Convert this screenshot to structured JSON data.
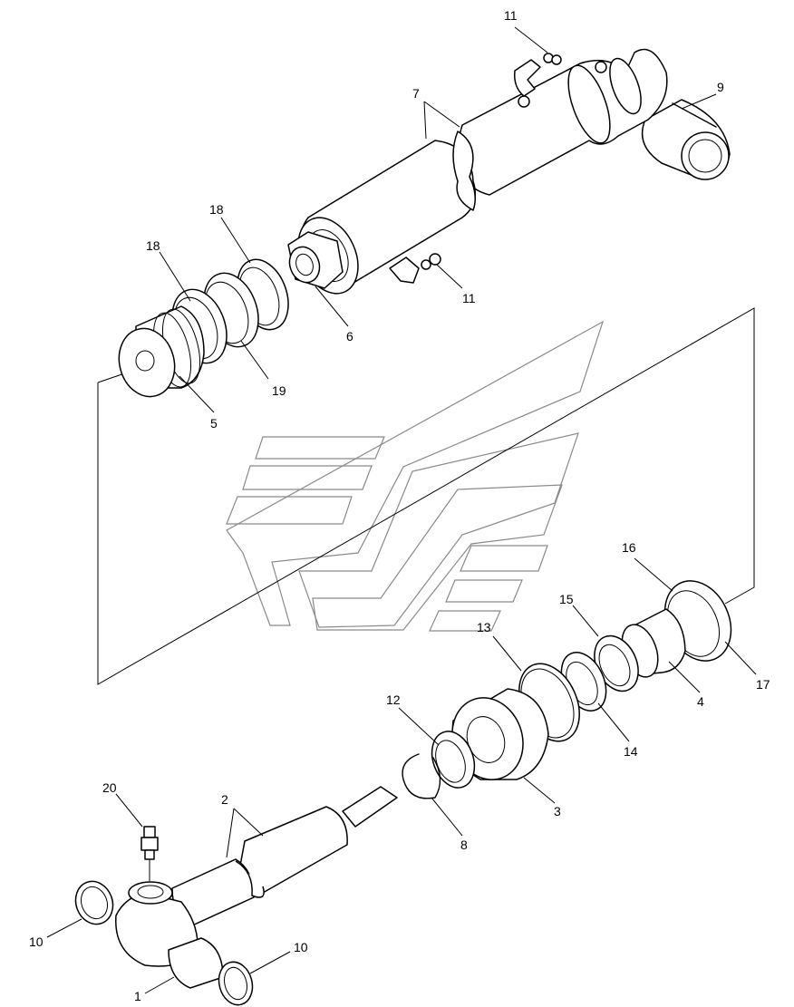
{
  "callouts": {
    "c1": "1",
    "c2": "2",
    "c3": "3",
    "c4": "4",
    "c5": "5",
    "c6": "6",
    "c7": "7",
    "c8": "8",
    "c9": "9",
    "c10a": "10",
    "c10b": "10",
    "c11a": "11",
    "c11b": "11",
    "c12": "12",
    "c13": "13",
    "c14": "14",
    "c15": "15",
    "c16": "16",
    "c17": "17",
    "c18a": "18",
    "c18b": "18",
    "c19": "19",
    "c20": "20"
  },
  "colors": {
    "line": "#000000",
    "watermark": "#8a8a8a",
    "background": "#ffffff"
  }
}
